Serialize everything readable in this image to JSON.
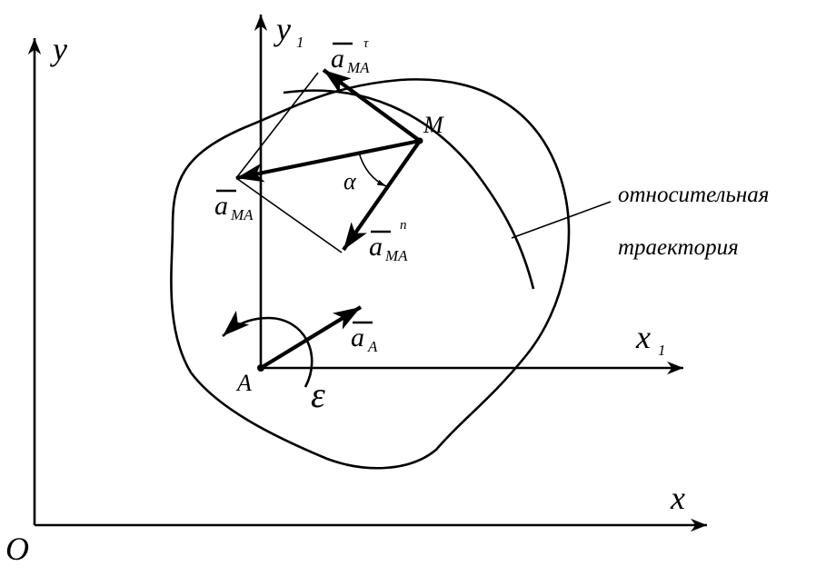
{
  "labels": {
    "origin": "O",
    "x_axis": "x",
    "y_axis": "y",
    "x1_axis": "x",
    "x1_sub": "1",
    "y1_axis": "y",
    "y1_sub": "1",
    "point_A": "A",
    "point_M": "M",
    "angle": "α",
    "epsilon": "ε",
    "a_A": "a",
    "a_A_sub": "A",
    "a_MA": "a",
    "a_MA_sub": "MA",
    "a_MA_tau": "a",
    "a_MA_tau_sub": "MA",
    "a_MA_tau_sup": "τ",
    "a_MA_n": "a",
    "a_MA_n_sub": "MA",
    "a_MA_n_sup": "n"
  },
  "caption": {
    "line1": "относительная",
    "line2": "траектория"
  },
  "colors": {
    "stroke": "#000000",
    "background": "#ffffff"
  }
}
